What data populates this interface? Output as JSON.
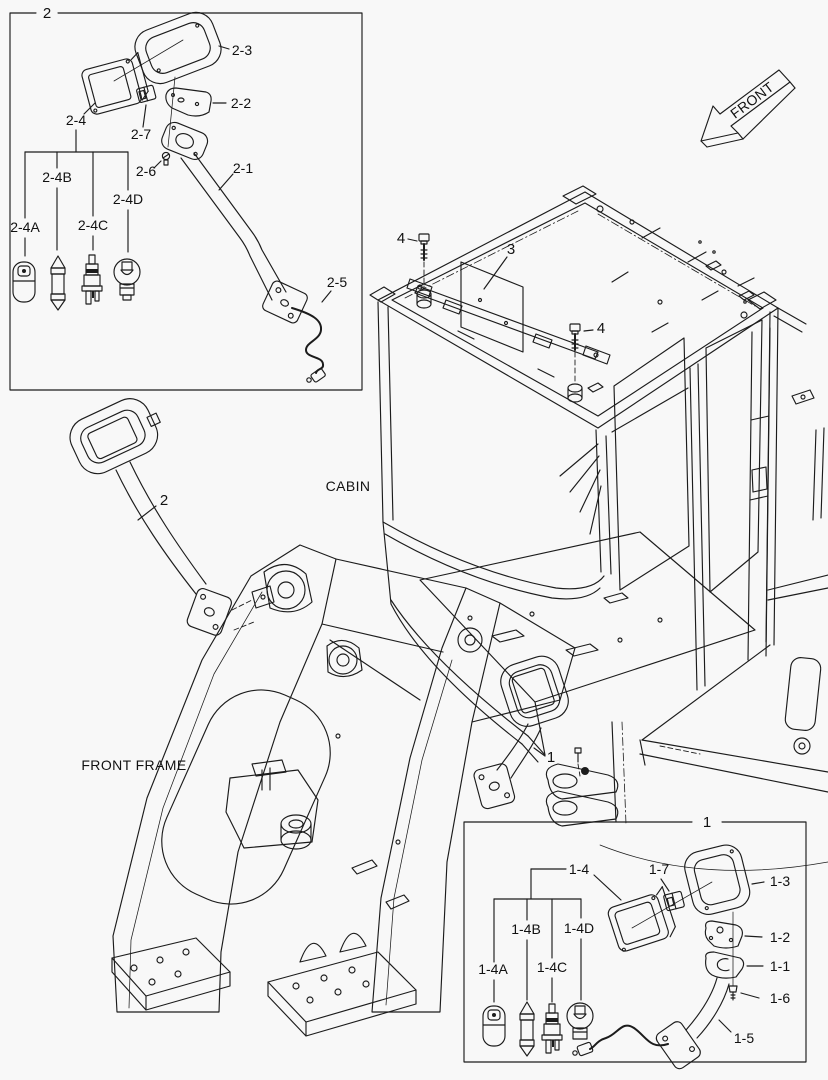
{
  "style": {
    "background": "#f8f8f8",
    "ink": "#1c1c1c",
    "text": "#111111"
  },
  "scene": {
    "front_direction": "FRONT",
    "cabin": "CABIN",
    "front_frame": "FRONT FRAME",
    "lamp_assy_right": "1",
    "lamp_assy_left": "2",
    "roof_bracket": "3",
    "roof_bolt_left": "4",
    "roof_bolt_right": "4"
  },
  "box2": {
    "ref": "2",
    "parts": {
      "arm": "2-1",
      "bracket": "2-2",
      "bezel": "2-3",
      "lamp": "2-4",
      "harness": "2-5",
      "screw": "2-6",
      "connector": "2-7"
    },
    "bulbs": {
      "a": "2-4A",
      "b": "2-4B",
      "c": "2-4C",
      "d": "2-4D"
    }
  },
  "box1": {
    "ref": "1",
    "parts": {
      "plate": "1-1",
      "bracket": "1-2",
      "bezel": "1-3",
      "lamp": "1-4",
      "arm": "1-5",
      "screw": "1-6",
      "connector": "1-7"
    },
    "bulbs": {
      "a": "1-4A",
      "b": "1-4B",
      "c": "1-4C",
      "d": "1-4D"
    }
  }
}
